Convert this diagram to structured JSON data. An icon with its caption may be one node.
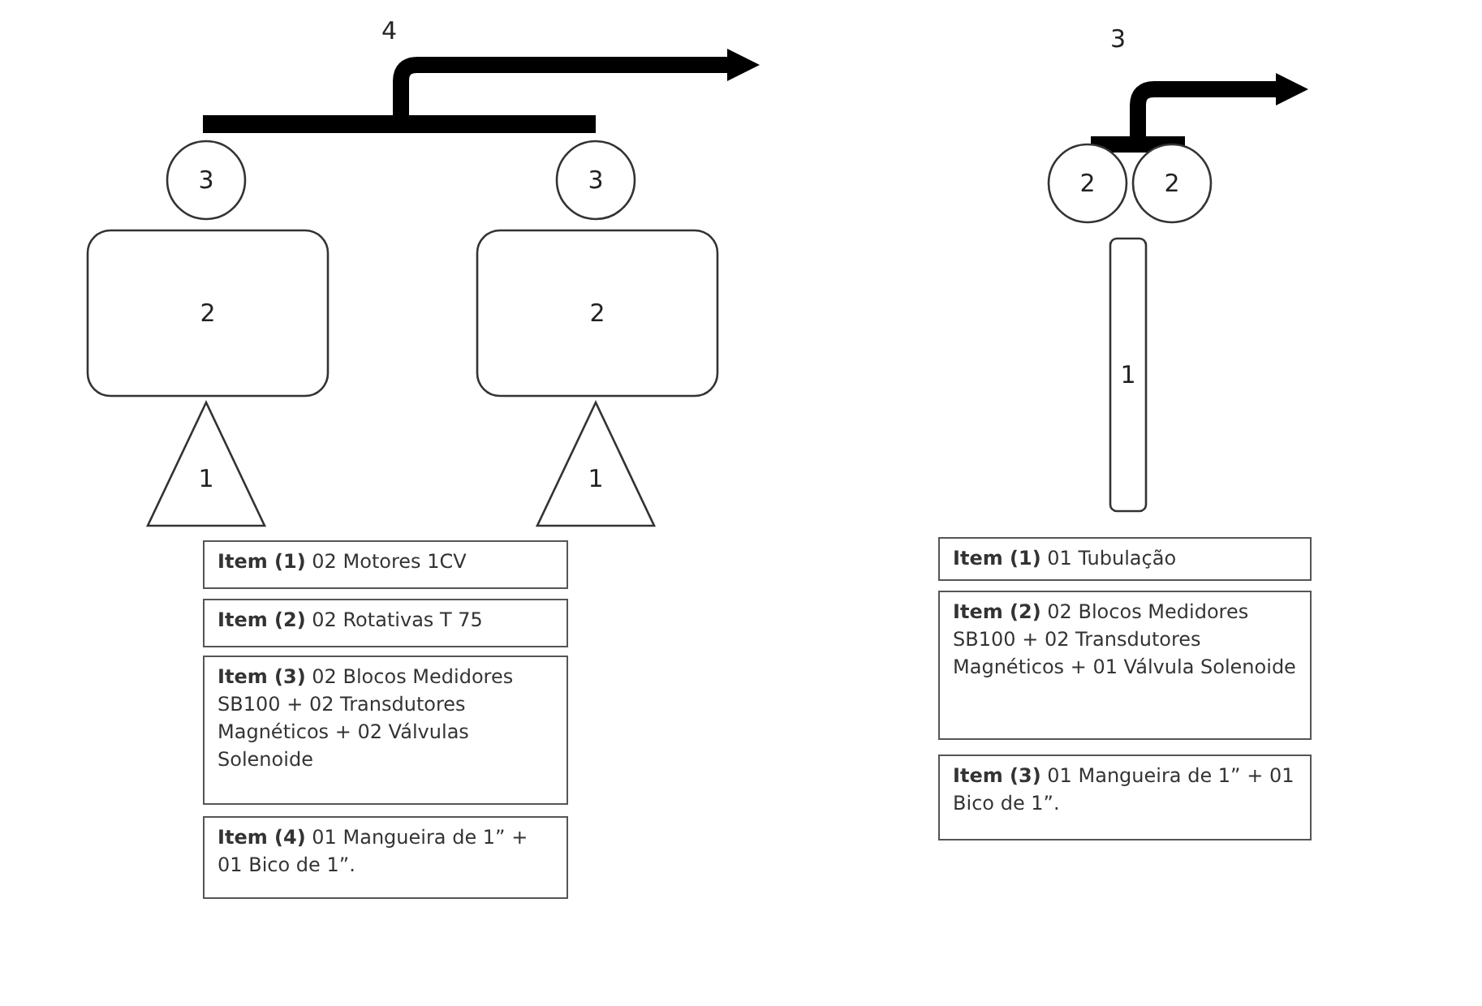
{
  "diagram": {
    "nodes": [
      {
        "text": [
          "4"
        ]
      },
      {
        "text": [
          "3"
        ]
      },
      {
        "text": [
          "3"
        ]
      },
      {
        "text": [
          "2"
        ]
      },
      {
        "text": [
          "2"
        ]
      },
      {
        "text": [
          "1"
        ]
      },
      {
        "text": [
          "1"
        ]
      },
      {
        "text": [
          "**Item (1)** 02 Motores 1CV"
        ]
      },
      {
        "text": [
          "**Item (2)** 02 Rotativas T 75"
        ]
      },
      {
        "text": [
          "**Item (3)** 02 Blocos Medidores SB100 + 02 Transdutores Magnéticos + 02 Válvulas Solenoide"
        ]
      },
      {
        "text": [
          "**Item (4)** 01 Mangueira de 1” + 01 Bico de 1”."
        ]
      },
      {
        "text": [
          "3"
        ]
      },
      {
        "text": [
          "2"
        ]
      },
      {
        "text": [
          "2"
        ]
      },
      {
        "text": [
          "1"
        ]
      },
      {
        "text": [
          "**Item (1)** 01 Tubulação"
        ]
      },
      {
        "text": [
          "**Item (2)** 02 Blocos Medidores SB100 + 02 Transdutores Magnéticos + 01 Válvula Solenoide"
        ]
      },
      {
        "text": [
          "**Item (3)** 01 Mangueira de 1” + 01 Bico de 1”."
        ]
      }
    ],
    "edges": [
      {
        "from": 0,
        "to": null,
        "arrow": "to"
      },
      {
        "from": 11,
        "to": null,
        "arrow": "to"
      }
    ]
  }
}
